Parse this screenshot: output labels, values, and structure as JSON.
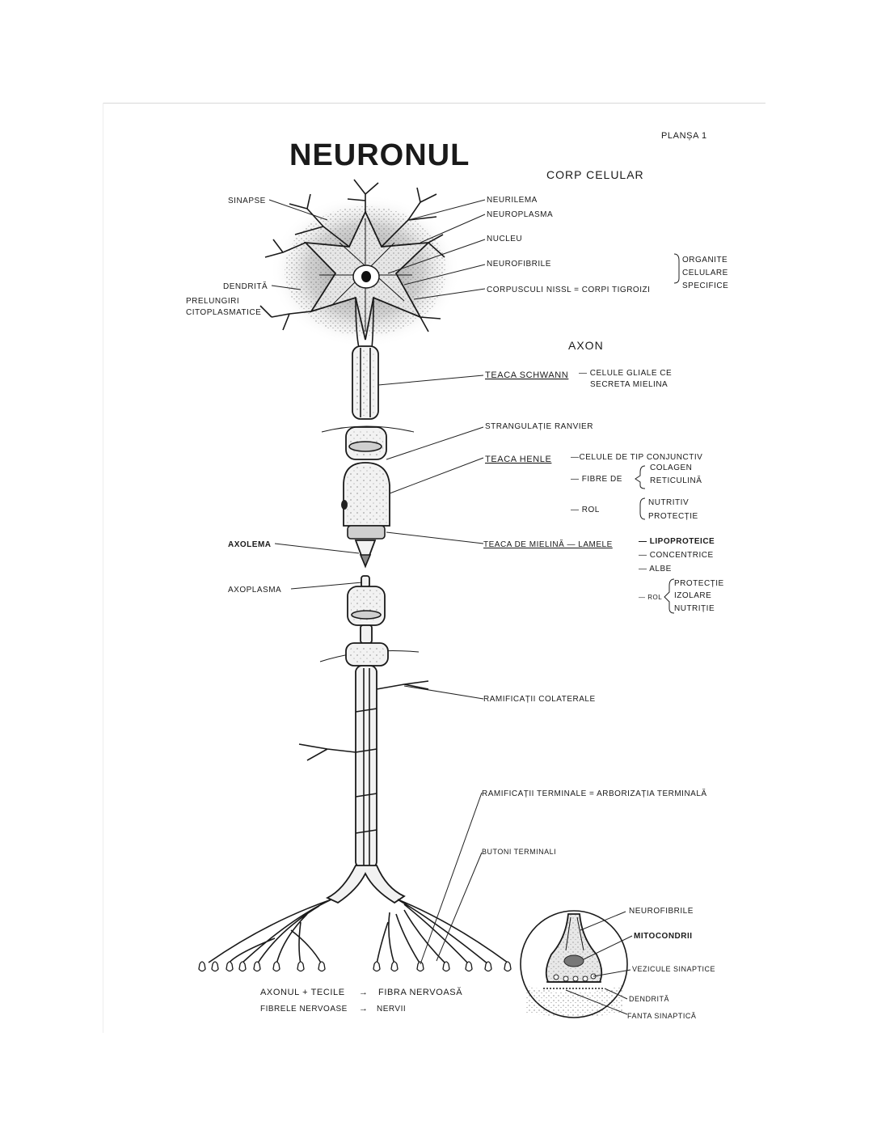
{
  "title": "NEURONUL",
  "plate": "PLANȘA 1",
  "sections": {
    "cell_body": "CORP CELULAR",
    "axon": "AXON"
  },
  "left_labels": {
    "synapse": "SINAPSE",
    "dendrite": "DENDRITĂ",
    "processes_1": "PRELUNGIRI",
    "processes_2": "CITOPLASMATICE",
    "axolemma": "AXOLEMA",
    "axoplasm": "AXOPLASMA"
  },
  "cell_body_labels": {
    "neurilemma": "NEURILEMA",
    "neuroplasm": "NEUROPLASMA",
    "nucleus": "NUCLEU",
    "neurofibrils": "NEUROFIBRILE",
    "nissl": "CORPUSCULI   NISSL  =  CORPI  TIGROIZI",
    "organelles_1": "ORGANITE",
    "organelles_2": "CELULARE",
    "organelles_3": "SPECIFICE"
  },
  "axon_labels": {
    "schwann": "TEACA  SCHWANN",
    "schwann_desc_1": "—  CELULE  GLIALE  CE",
    "schwann_desc_2": "SECRETA  MIELINA",
    "ranvier": "STRANGULAȚIE   RANVIER",
    "henle": "TEACA   HENLE",
    "henle_cells": "—CELULE  DE  TIP  CONJUNCTIV",
    "fibers": "— FIBRE   DE",
    "collagen": "COLAGEN",
    "reticulin": "RETICULINĂ",
    "role": "— ROL",
    "nutritive": "NUTRITIV",
    "protective": "PROTECȚIE",
    "myelin": "TEACA  DE  MIELINĂ — LAMELE",
    "lipoprotein": "— LIPOPROTEICE",
    "concentric": "— CONCENTRICE",
    "white": "— ALBE",
    "role_short": "— ROL",
    "protection": "PROTECȚIE",
    "isolation": "IZOLARE",
    "nutrition": "NUTRIȚIE",
    "collateral": "RAMIFICAȚII   COLATERALE",
    "terminal_branches": "RAMIFICAȚII   TERMINALE = ARBORIZAȚIA   TERMINALĂ",
    "terminal_buttons": "BUTONI   TERMINALI"
  },
  "synapse_detail": {
    "neurofibrils": "NEUROFIBRILE",
    "mitochondria": "MITOCONDRII",
    "vesicles": "VEZICULE  SINAPTICE",
    "dendrite": "DENDRITĂ",
    "cleft": "FANTA  SINAPTICĂ"
  },
  "footer": {
    "line1_a": "AXONUL + TECILE",
    "line1_b": "FIBRA   NERVOASĂ",
    "line2_a": "FIBRELE   NERVOASE",
    "line2_b": "NERVII",
    "arrow": "→"
  }
}
